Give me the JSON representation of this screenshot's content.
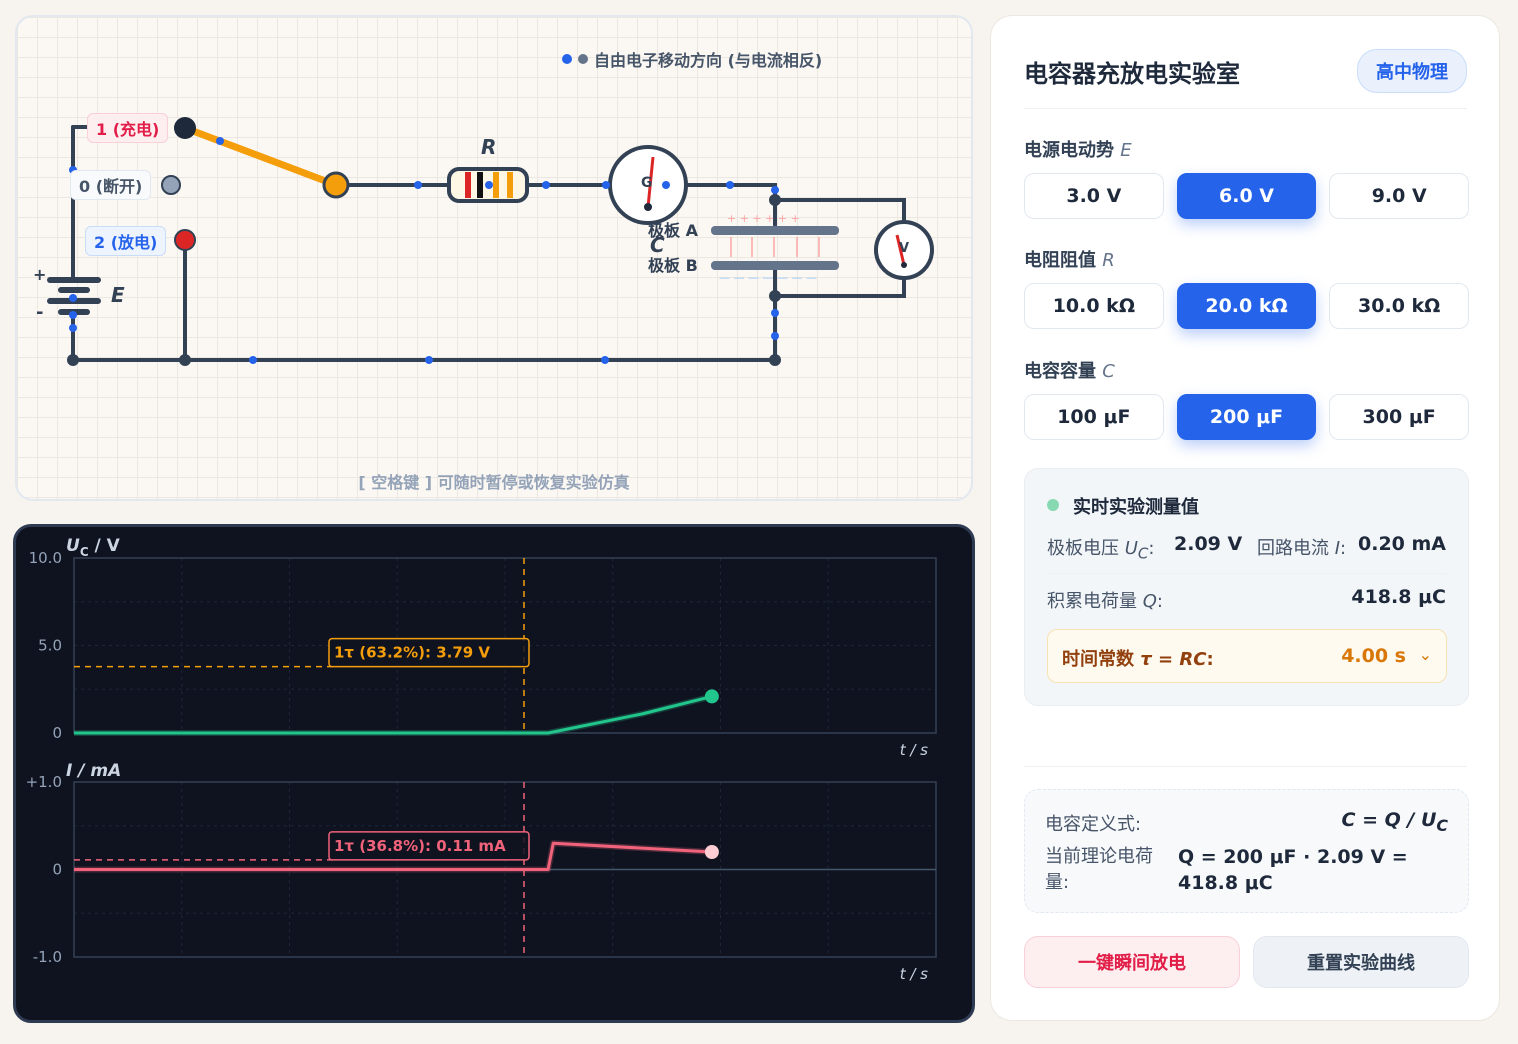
{
  "circuit": {
    "legend": "自由电子移动方向 (与电流相反)",
    "switch_labels": {
      "charge": "1 (充电)",
      "open": "0 (断开)",
      "discharge": "2 (放电)"
    },
    "resistor_label": "R",
    "emf_label": "E",
    "battery_plus": "+",
    "battery_minus": "-",
    "galvanometer_label": "G",
    "voltmeter_label": "V",
    "capacitor_label": "C",
    "plate_a": "极板 A",
    "plate_b": "极板 B",
    "hint": "[ 空格键 ] 可随时暂停或恢复实验仿真",
    "colors": {
      "wire": "#334155",
      "switch_arm": "#f59e0b",
      "electron": "#2563eb",
      "charge_led": "#1e293b",
      "discharge_led": "#dc2626"
    }
  },
  "graphs": {
    "voltage": {
      "ylabel_main": "U",
      "ylabel_sub": "C",
      "ylabel_unit": " / V",
      "xlabel": "t / s",
      "ticks": [
        "10.0",
        "5.0",
        "0"
      ],
      "tau_annotation": "1τ (63.2%): 3.79 V",
      "color": "#22c58b",
      "ref_color": "#f59e0b"
    },
    "current": {
      "ylabel": "I / mA",
      "xlabel": "t / s",
      "ticks": [
        "+1.0",
        "0",
        "-1.0"
      ],
      "tau_annotation": "1τ (36.8%): 0.11 mA",
      "color": "#f0637a",
      "ref_color": "#f0637a"
    }
  },
  "chart_data": [
    {
      "type": "line",
      "title": "",
      "xlabel": "t / s",
      "ylabel": "Uc / V",
      "ylim": [
        0,
        10
      ],
      "series": [
        {
          "name": "",
          "x": [
            0,
            0.55,
            0.66,
            0.74
          ],
          "y": [
            0,
            0,
            1.1,
            2.09
          ]
        }
      ],
      "reference_lines": [
        {
          "axis": "y",
          "value": 3.79,
          "label": "1τ (63.2%): 3.79 V"
        }
      ]
    },
    {
      "type": "line",
      "title": "",
      "xlabel": "t / s",
      "ylabel": "I / mA",
      "ylim": [
        -1,
        1
      ],
      "series": [
        {
          "name": "",
          "x": [
            0,
            0.55,
            0.556,
            0.74
          ],
          "y": [
            0,
            0,
            0.3,
            0.2
          ]
        }
      ],
      "reference_lines": [
        {
          "axis": "y",
          "value": 0.11,
          "label": "1τ (36.8%): 0.11 mA"
        }
      ]
    }
  ],
  "panel": {
    "title": "电容器充放电实验室",
    "badge": "高中物理",
    "emf": {
      "label": "电源电动势 ",
      "symbol": "E",
      "options": [
        "3.0 V",
        "6.0 V",
        "9.0 V"
      ],
      "selected": 1
    },
    "resistance": {
      "label": "电阻阻值 ",
      "symbol": "R",
      "options": [
        "10.0 kΩ",
        "20.0 kΩ",
        "30.0 kΩ"
      ],
      "selected": 1
    },
    "capacitance": {
      "label": "电容容量 ",
      "symbol": "C",
      "options": [
        "100 μF",
        "200 μF",
        "300 μF"
      ],
      "selected": 1
    },
    "measure": {
      "title": "实时实验测量值",
      "voltage_label": "极板电压 ",
      "voltage_symbol": "U",
      "voltage_sub": "C",
      "voltage_value": "2.09 V",
      "current_label": "回路电流 ",
      "current_symbol": "I",
      "current_value": "0.20 mA",
      "charge_label": "积累电荷量 ",
      "charge_symbol": "Q",
      "charge_value": "418.8 μC",
      "tau_label": "时间常数 ",
      "tau_symbol": "τ = RC",
      "tau_value": "4.00 s"
    },
    "formula": {
      "def_label": "电容定义式:",
      "def_value": "C = Q / U",
      "def_value_sub": "C",
      "theory_label": "当前理论电荷量:",
      "theory_value": "Q = 200 μF · 2.09 V = 418.8 μC"
    },
    "buttons": {
      "discharge": "一键瞬间放电",
      "reset": "重置实验曲线"
    }
  }
}
